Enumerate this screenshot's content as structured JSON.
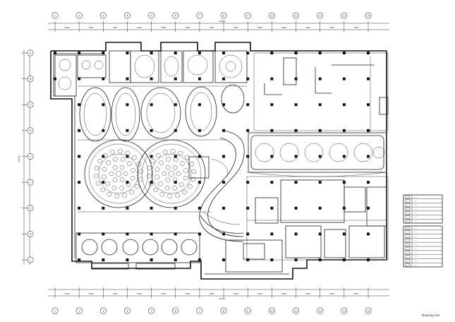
{
  "plan": {
    "grid_top": [
      "1",
      "2",
      "3",
      "4",
      "5",
      "6",
      "7",
      "8",
      "9",
      "10",
      "11",
      "12",
      "13",
      "14"
    ],
    "grid_left": [
      "A",
      "B",
      "C",
      "D",
      "E",
      "F",
      "G",
      "H",
      "J"
    ],
    "dim_top_total": "70600",
    "dim_bottom_total": "70600",
    "dim_left_total": "42600",
    "dim_segments": [
      "4200",
      "5400",
      "5400",
      "5400",
      "5400",
      "5400",
      "5400",
      "5400",
      "5400",
      "5400",
      "5400",
      "5400",
      "4200"
    ]
  },
  "legend": {
    "table1_rows": [
      "——",
      "——",
      "——",
      "——",
      "——",
      "——",
      "——"
    ],
    "table2_rows": [
      "——",
      "——",
      "——",
      "——",
      "——",
      "——",
      "——",
      "——",
      "——",
      "——"
    ]
  },
  "watermark": "zhulong.com"
}
